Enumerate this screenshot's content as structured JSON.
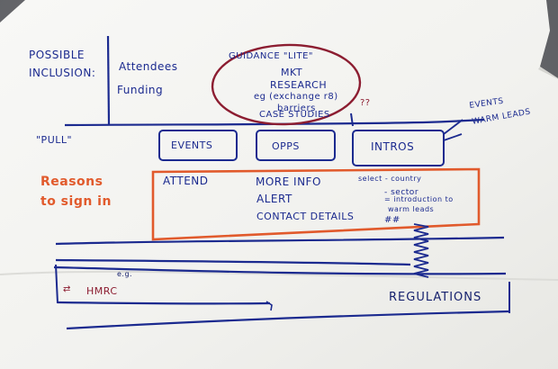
{
  "notes": {
    "possible": "POSSIBLE",
    "inclusion": "INCLUSION:",
    "attendees": "Attendees",
    "funding": "Funding",
    "guidance": "GUIDANCE \"LITE\"",
    "mkt": "MKT",
    "research": "RESEARCH",
    "eg_exchange": "eg (exchange r8)",
    "barriers": "barriers",
    "case_studies": "CASE STUDIES",
    "question_marks": "??",
    "pull": "\"PULL\"",
    "events_box": "EVENTS",
    "opps_box": "OPPS",
    "intros_box": "INTROS",
    "events_right": "EVENTS",
    "warm_leads_right": "WARM LEADS",
    "reasons": "Reasons",
    "to_sign_in": "to sign in",
    "attend": "ATTEND",
    "more_info": "MORE INFO",
    "alert": "ALERT",
    "contact_details": "CONTACT DETAILS",
    "select_country": "select - country",
    "sector": "- sector",
    "introduction_to": "= introduction to",
    "warm_leads": "warm leads",
    "hash": "##",
    "eg_small": "e.g.",
    "hmrc": "HMRC",
    "arrows": "⇄",
    "regulations": "REGULATIONS"
  },
  "colors": {
    "blue_ink": "#1b2a8f",
    "dark_blue_ink": "#17226e",
    "red_ink": "#8c1d31",
    "orange_ink": "#e15a2c",
    "paper": "#f3f3f1",
    "background": "#6f7074"
  }
}
